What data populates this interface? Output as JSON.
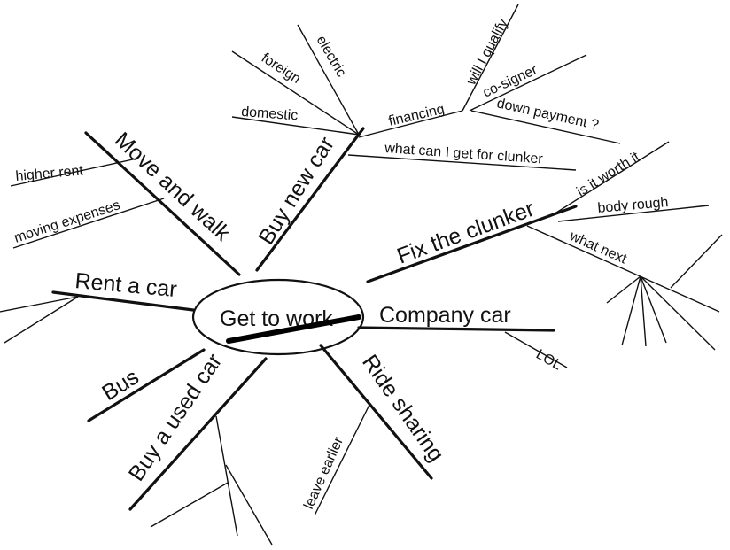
{
  "center": {
    "label": "Get to work"
  },
  "branches": {
    "move_and_walk": {
      "label": "Move and walk",
      "children": [
        "higher rent",
        "moving expenses"
      ]
    },
    "buy_new_car": {
      "label": "Buy new car",
      "children": [
        "domestic",
        "foreign",
        "electric",
        "financing",
        "what can I get for clunker"
      ],
      "financing_children": [
        "will I qualify",
        "co-signer",
        "down payment ?"
      ]
    },
    "fix_the_clunker": {
      "label": "Fix the clunker",
      "children": [
        "is it worth it",
        "body rough",
        "what next"
      ]
    },
    "company_car": {
      "label": "Company car",
      "children": [
        "LOL"
      ]
    },
    "ride_sharing": {
      "label": "Ride sharing",
      "children": [
        "leave earlier"
      ]
    },
    "buy_used_car": {
      "label": "Buy a used car"
    },
    "bus": {
      "label": "Bus"
    },
    "rent_a_car": {
      "label": "Rent a car"
    }
  }
}
